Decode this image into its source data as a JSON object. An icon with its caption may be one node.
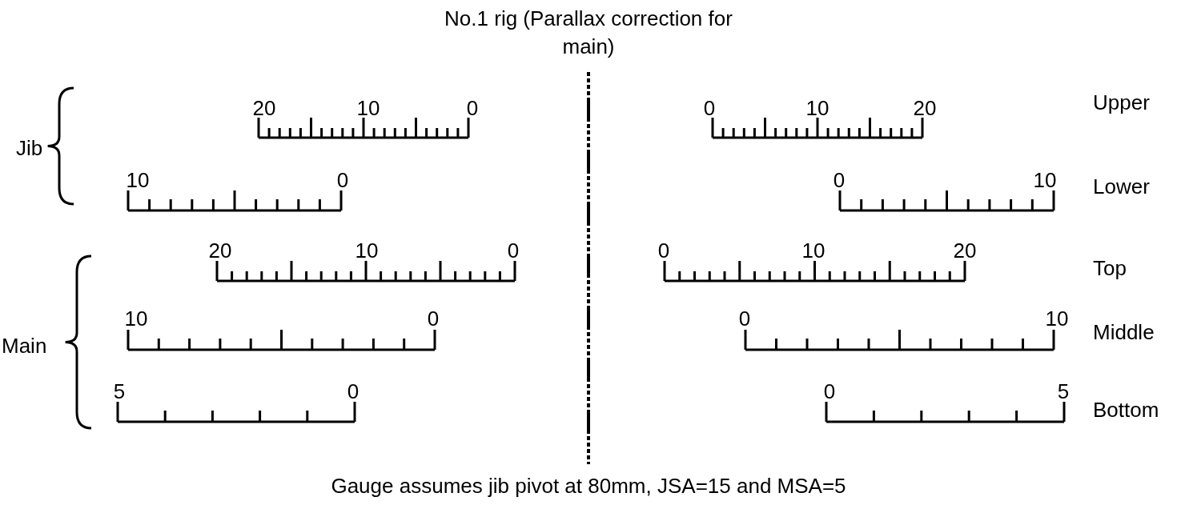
{
  "diagram": {
    "title": "No.1 rig (Parallax correction for main)",
    "caption": "Gauge assumes jib pivot at 80mm, JSA=15 and MSA=5",
    "labels": [
      "20",
      "10",
      "0",
      "0",
      "10",
      "20",
      "Upper",
      "Jib",
      "10",
      "0",
      "0",
      "10",
      "Lower",
      "20",
      "10",
      "0",
      "0",
      "10",
      "20",
      "Top",
      "10",
      "0",
      "0",
      "10",
      "Middle",
      "Main",
      "5",
      "0",
      "0",
      "5",
      "Bottom"
    ]
  }
}
